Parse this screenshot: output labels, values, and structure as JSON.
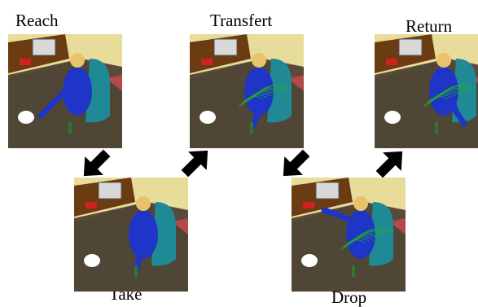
{
  "steps": {
    "reach": {
      "label": "Reach",
      "icon": "robot-reach-scene-image"
    },
    "transfert": {
      "label": "Transfert",
      "icon": "robot-transfert-scene-image"
    },
    "return": {
      "label": "Return",
      "icon": "robot-return-scene-image"
    },
    "take": {
      "label": "Take",
      "icon": "robot-take-scene-image"
    },
    "drop": {
      "label": "Drop",
      "icon": "robot-drop-scene-image"
    }
  },
  "colors": {
    "arrow": "#000000",
    "floor": "#5a4a3a",
    "wall": "#e8dc9a",
    "carpet": "#b5484a",
    "figure": "#1f35c8",
    "chair": "#1f8a96",
    "desk": "#6b3b12",
    "trajectory": "#22b022"
  }
}
